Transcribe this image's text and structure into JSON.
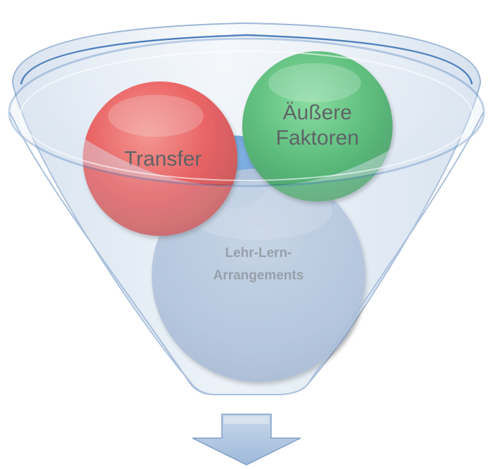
{
  "diagram": {
    "balls": {
      "transfer": {
        "label": "Transfer",
        "color": "#e8191b"
      },
      "aeussere_faktoren": {
        "label_lines": [
          "Äußere",
          "Faktoren"
        ],
        "color": "#17a33a"
      },
      "lehr_lern": {
        "label_lines": [
          "Lehr-Lern-",
          "Arrangements"
        ],
        "color": "#8ea8cc"
      },
      "blue_hidden": {
        "color": "#2a78c8"
      }
    },
    "funnel": {
      "fill_color": "#dce6f1",
      "outline_color": "#4f81bd"
    },
    "arrow": {
      "color": "#b8cce4",
      "outline_color": "#7f9fc7"
    }
  }
}
